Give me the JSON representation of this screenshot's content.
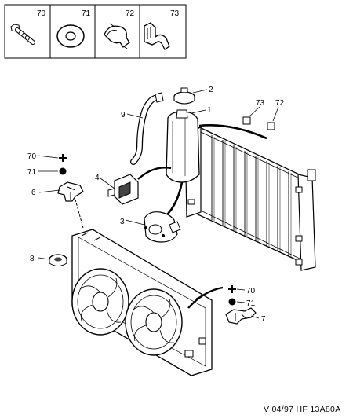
{
  "legend": {
    "cells": [
      {
        "number": "70",
        "icon": "screw-icon"
      },
      {
        "number": "71",
        "icon": "washer-icon"
      },
      {
        "number": "72",
        "icon": "clip-icon"
      },
      {
        "number": "73",
        "icon": "bracket-clip-icon"
      }
    ]
  },
  "callouts": {
    "c1": "1",
    "c2": "2",
    "c3": "3",
    "c4": "4",
    "c6": "6",
    "c7": "7",
    "c8": "8",
    "c9": "9",
    "c70a": "70",
    "c71a": "71",
    "c70b": "70",
    "c71b": "71",
    "c72": "72",
    "c73": "73"
  },
  "footer": {
    "text": "V 04/97  HF 13A80A"
  }
}
